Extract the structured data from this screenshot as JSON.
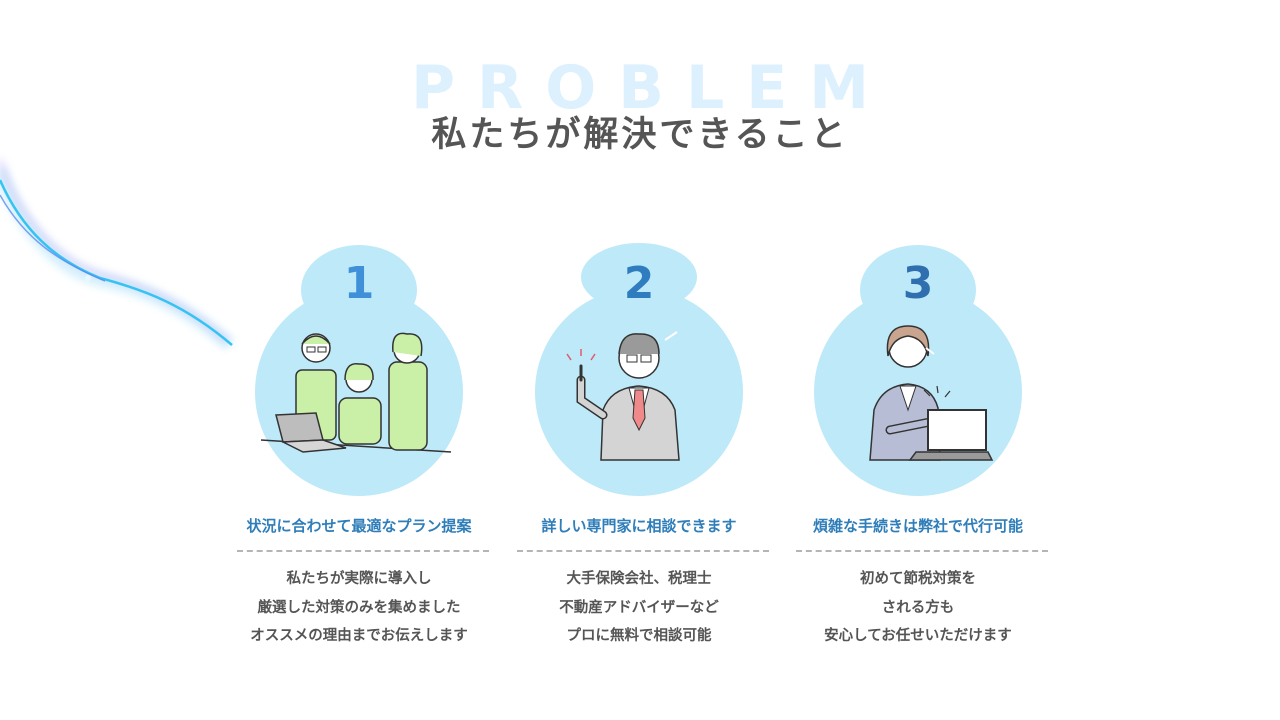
{
  "header": {
    "eyebrow": "PROBLEM",
    "title": "私たちが解決できること"
  },
  "colors": {
    "blob": "#bde9f9",
    "accent_title": "#2f7eb9",
    "text": "#555555",
    "eyebrow": "#dcf0fd",
    "swoosh": "#35c4f2"
  },
  "cards": [
    {
      "number": "1",
      "title": "状況に合わせて最適なプラン提案",
      "lines": [
        "私たちが実際に導入し",
        "厳選した対策のみを集めました",
        "オススメの理由までお伝えします"
      ],
      "illustration": "team-laptop-illustration"
    },
    {
      "number": "2",
      "title": "詳しい専門家に相談できます",
      "lines": [
        "大手保険会社、税理士",
        "不動産アドバイザーなど",
        "プロに無料で相談可能"
      ],
      "illustration": "expert-pointing-illustration"
    },
    {
      "number": "3",
      "title": "煩雑な手続きは弊社で代行可能",
      "lines": [
        "初めて節税対策を",
        "される方も",
        "安心してお任せいただけます"
      ],
      "illustration": "woman-laptop-illustration"
    }
  ]
}
